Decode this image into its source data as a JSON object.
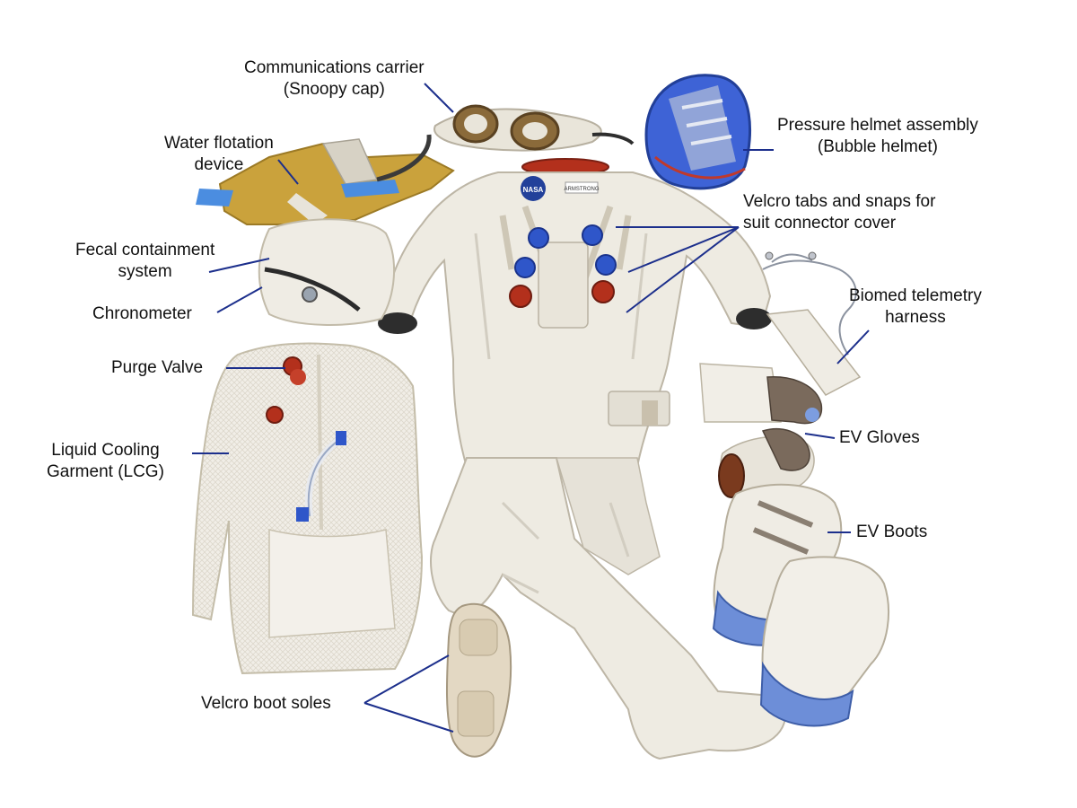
{
  "colors": {
    "background": "#ffffff",
    "leader_line": "#1c2f8c",
    "label_text": "#111111",
    "suit_white": "#eeebe2",
    "suit_shadow": "#d2cdc1",
    "connector_blue": "#2f56c9",
    "connector_red": "#b3301c",
    "helmet_blue": "#3e63d6",
    "flotation_yellow": "#caa23c",
    "boot_blue": "#6d8ed8",
    "glove_brown": "#7a6a5c"
  },
  "labels": {
    "snoopy_cap": {
      "line1": "Communications carrier",
      "line2": "(Snoopy cap)"
    },
    "water_flotation": {
      "line1": "Water flotation",
      "line2": "device"
    },
    "pressure_helmet": {
      "line1": "Pressure helmet assembly",
      "line2": "(Bubble helmet)"
    },
    "velcro_tabs": {
      "line1": "Velcro tabs and snaps for",
      "line2": "suit connector cover"
    },
    "fecal_containment": {
      "line1": "Fecal containment",
      "line2": "system"
    },
    "chronometer": {
      "line1": "Chronometer"
    },
    "biomed_harness": {
      "line1": "Biomed telemetry",
      "line2": "harness"
    },
    "purge_valve": {
      "line1": "Purge Valve"
    },
    "lcg": {
      "line1": "Liquid Cooling",
      "line2": "Garment (LCG)"
    },
    "ev_gloves": {
      "line1": "EV Gloves"
    },
    "ev_boots": {
      "line1": "EV Boots"
    },
    "velcro_soles": {
      "line1": "Velcro boot soles"
    }
  },
  "icons": {
    "nasa_patch": "nasa-meatball-icon",
    "name_tag": "name-tag-icon"
  },
  "patch_text": {
    "nasa": "NASA",
    "name_tag": "ARMSTRONG"
  }
}
